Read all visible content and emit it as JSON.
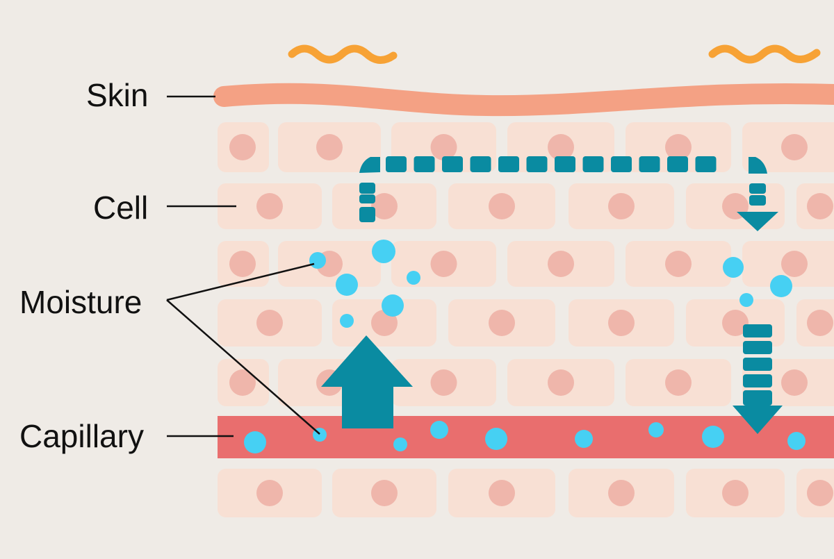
{
  "labels": {
    "skin": "Skin",
    "cell": "Cell",
    "moisture": "Moisture",
    "capillary": "Capillary"
  },
  "colors": {
    "background": "#efebe6",
    "skin": "#f4a184",
    "warmth_wave": "#f7a235",
    "cell": "#f8e0d4",
    "nucleus": "#efb6ab",
    "capillary": "#e96e6e",
    "moisture": "#46d0f3",
    "flow_arrow": "#0a8ba1",
    "leader_line": "#111111"
  },
  "icons": {
    "warmth": "wave-icon",
    "flow": "arrow-icon"
  }
}
